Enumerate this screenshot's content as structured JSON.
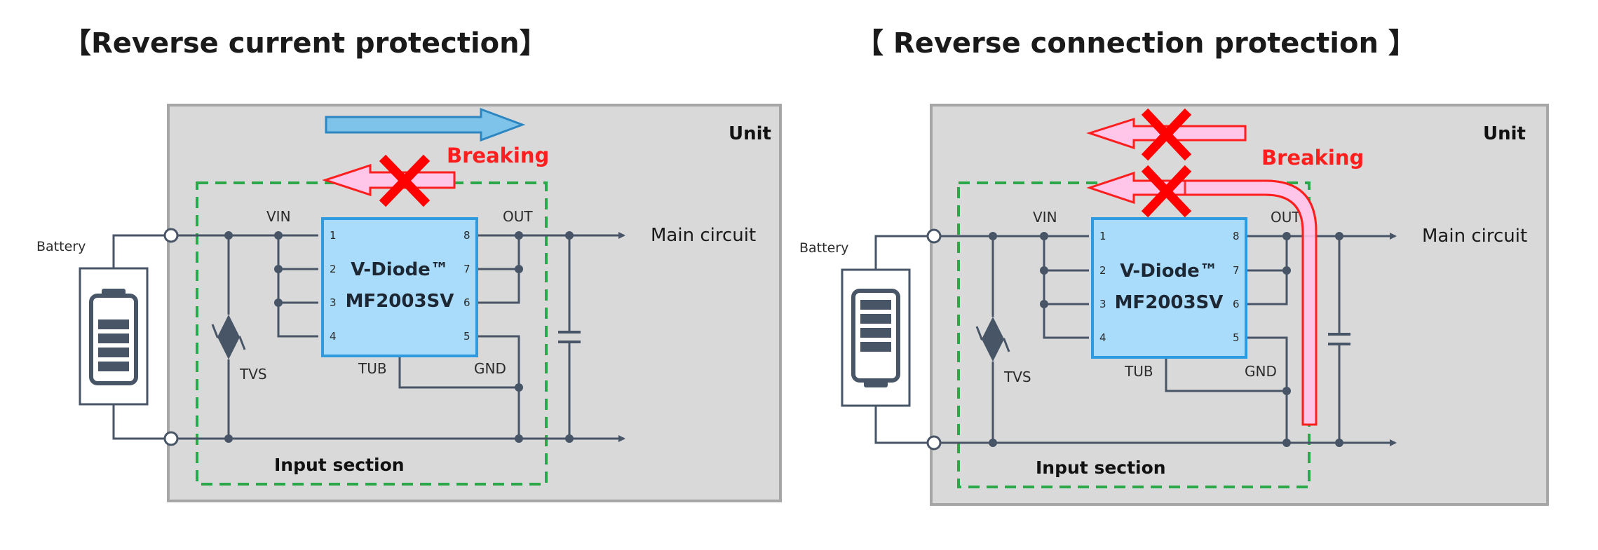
{
  "colors": {
    "unit_background": "#d9d9d9",
    "unit_border": "#a6a6a6",
    "chip_fill": "#a9dcfa",
    "chip_border": "#2e9ae0",
    "wire": "#475566",
    "breaking_text": "#ff1e1e",
    "cross": "#ff0000",
    "forward_arrow_fill": "#7ec3ea",
    "forward_arrow_border": "#2e86c1",
    "reverse_arrow_fill": "#ffc6ea",
    "reverse_arrow_border": "#ff1e1e",
    "input_section_border": "#2aa84a"
  },
  "panels": [
    {
      "title": "【Reverse current protection】",
      "unit_label": "Unit",
      "breaking_label": "Breaking",
      "battery_label": "Battery",
      "input_section_label": "Input section",
      "main_circuit_label": "Main circuit",
      "tvs_label": "TVS",
      "chip": {
        "line1": "V-Diode™",
        "line2": "MF2003SV"
      },
      "pin_labels": {
        "vin": "VIN",
        "out": "OUT",
        "tub": "TUB",
        "gnd": "GND"
      },
      "pin_numbers_left": [
        "1",
        "2",
        "3",
        "4"
      ],
      "pin_numbers_right": [
        "8",
        "7",
        "6",
        "5"
      ]
    },
    {
      "title": "【 Reverse connection protection 】",
      "unit_label": "Unit",
      "breaking_label": "Breaking",
      "battery_label": "Battery",
      "input_section_label": "Input section",
      "main_circuit_label": "Main circuit",
      "tvs_label": "TVS",
      "chip": {
        "line1": "V-Diode™",
        "line2": "MF2003SV"
      },
      "pin_labels": {
        "vin": "VIN",
        "out": "OUT",
        "tub": "TUB",
        "gnd": "GND"
      },
      "pin_numbers_left": [
        "1",
        "2",
        "3",
        "4"
      ],
      "pin_numbers_right": [
        "8",
        "7",
        "6",
        "5"
      ]
    }
  ]
}
